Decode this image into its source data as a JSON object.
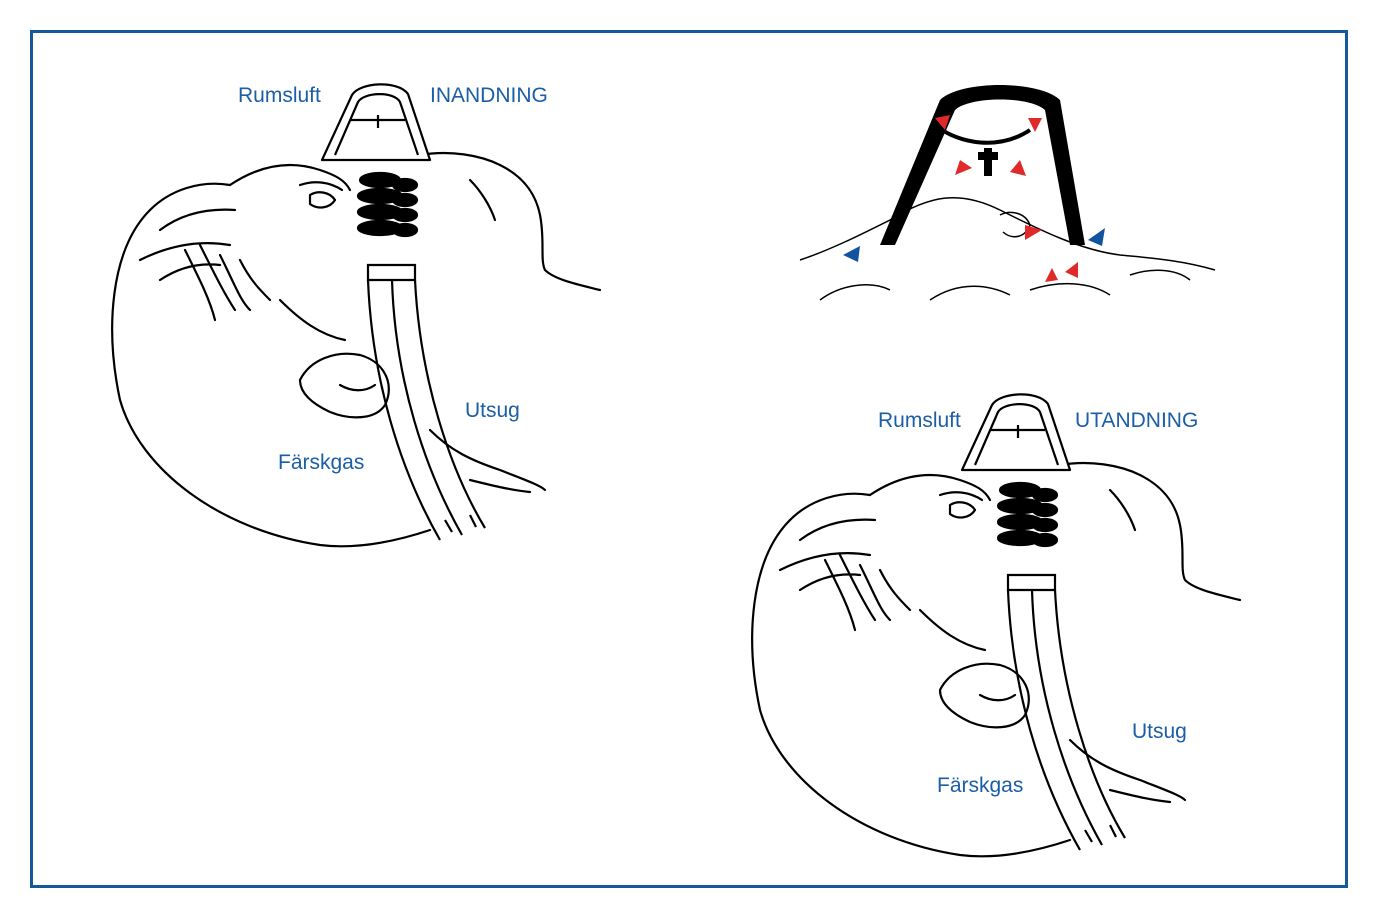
{
  "colors": {
    "frame": "#14599a",
    "label": "#1b5ea6",
    "arrow_red": "#e02a2a",
    "arrow_blue": "#1253a0",
    "ink": "#000000"
  },
  "panels": {
    "inhale": {
      "room_air": "Rumsluft",
      "phase": "INANDNING",
      "exhaust": "Utsug",
      "fresh_gas": "Färskgas"
    },
    "exhale": {
      "room_air": "Rumsluft",
      "phase": "UTANDNING",
      "exhaust": "Utsug",
      "fresh_gas": "Färskgas"
    }
  },
  "icons": [
    "nasal-mask-icon",
    "patient-head-icon",
    "airflow-arrow-icon"
  ]
}
